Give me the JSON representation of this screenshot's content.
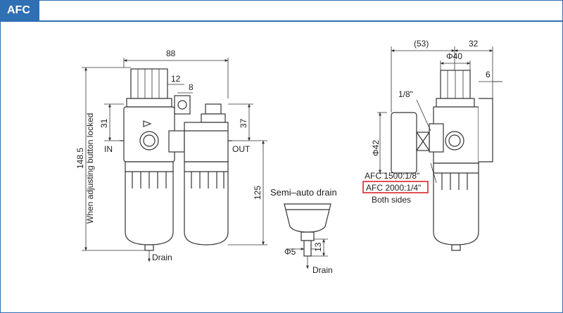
{
  "tab": {
    "label": "AFC"
  },
  "colors": {
    "accent": "#2f6fb3",
    "line": "#333333",
    "highlight": "#d9242b"
  },
  "front_view": {
    "dim_width": "88",
    "dim_top_small_1": "12",
    "dim_top_small_2": "8",
    "dim_left_height": "31",
    "dim_right_height": "37",
    "dim_total_height": "148.5",
    "dim_lubricator_height": "125",
    "note_vertical": "When adjusting button locked",
    "label_in": "IN",
    "label_out": "OUT",
    "label_drain": "Drain"
  },
  "drain_detail": {
    "title": "Semi–auto drain",
    "dim_diameter": "Φ5",
    "dim_height": "13",
    "label_drain": "Drain"
  },
  "side_view": {
    "dim_53": "(53)",
    "dim_32": "32",
    "dim_phi40": "Φ40",
    "dim_6": "6",
    "dim_port": "1/8\"",
    "dim_phi42": "Φ42",
    "note_line1": "AFC 1500:1/8\"",
    "note_line2": "AFC 2000:1/4\"",
    "note_line3": "Both sides"
  }
}
